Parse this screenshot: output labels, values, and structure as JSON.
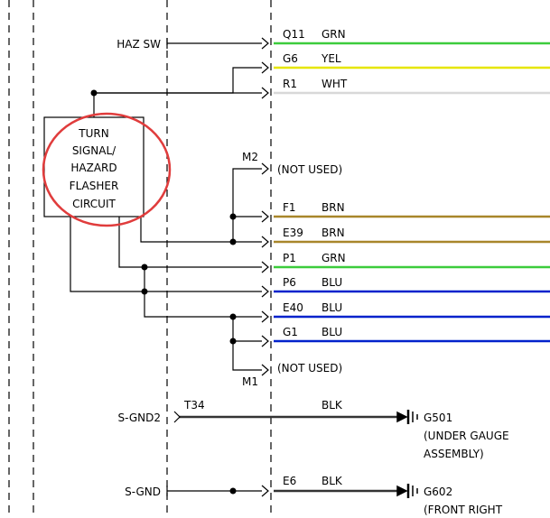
{
  "left_labels": {
    "haz_sw": "HAZ SW",
    "s_gnd2": "S-GND2",
    "s_gnd": "S-GND"
  },
  "module": {
    "lines": [
      "TURN",
      "SIGNAL/",
      "HAZARD",
      "FLASHER",
      "CIRCUIT"
    ],
    "highlight_color": "#e03c3c"
  },
  "pins": [
    {
      "pin": "Q11",
      "color_name": "GRN",
      "wire_color": "#3ccc3c"
    },
    {
      "pin": "G6",
      "color_name": "YEL",
      "wire_color": "#e6e600"
    },
    {
      "pin": "R1",
      "color_name": "WHT",
      "wire_color": "#d8d8d8"
    },
    {
      "pin": "M2",
      "note": "(NOT USED)"
    },
    {
      "pin": "F1",
      "color_name": "BRN",
      "wire_color": "#a8862a"
    },
    {
      "pin": "E39",
      "color_name": "BRN",
      "wire_color": "#a8862a"
    },
    {
      "pin": "P1",
      "color_name": "GRN",
      "wire_color": "#3ccc3c"
    },
    {
      "pin": "P6",
      "color_name": "BLU",
      "wire_color": "#0022cc"
    },
    {
      "pin": "E40",
      "color_name": "BLU",
      "wire_color": "#0022cc"
    },
    {
      "pin": "G1",
      "color_name": "BLU",
      "wire_color": "#0022cc"
    },
    {
      "pin": "M1",
      "note": "(NOT USED)"
    }
  ],
  "grounds": [
    {
      "connector": "T34",
      "wire": "BLK",
      "ground": "G501",
      "location": [
        "(UNDER GAUGE",
        "ASSEMBLY)"
      ]
    },
    {
      "connector": "E6",
      "wire": "BLK",
      "ground": "G602",
      "location": [
        "(FRONT RIGHT"
      ]
    }
  ]
}
